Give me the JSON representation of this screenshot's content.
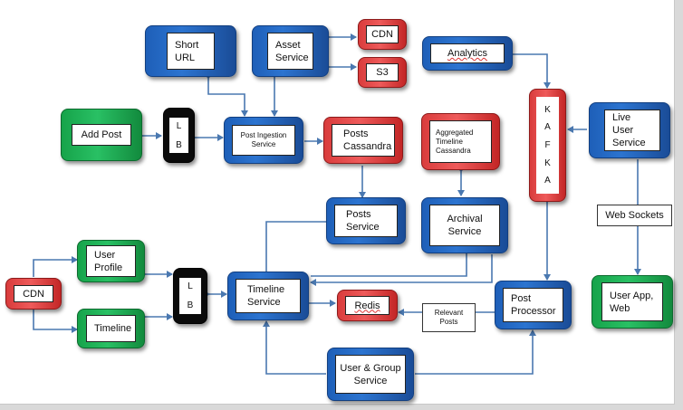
{
  "nodes": {
    "short_url": "Short\nURL",
    "asset_service": "Asset\nService",
    "cdn_top": "CDN",
    "s3": "S3",
    "analytics": "Analytics",
    "add_post": "Add Post",
    "lb_top": [
      "L",
      "B"
    ],
    "post_ingestion_service": "Post Ingestion\nService",
    "posts_cassandra": "Posts\nCassandra",
    "aggregated_timeline_cassandra": "Aggregated\nTimeline\nCassandra",
    "kafka": [
      "K",
      "A",
      "F",
      "K",
      "A"
    ],
    "live_user_service": "Live User\nService",
    "web_sockets": "Web Sockets",
    "posts_service": "Posts\nService",
    "archival_service": "Archival\nService",
    "user_profile": "User\nProfile",
    "cdn_left": "CDN",
    "lb_bottom": [
      "L",
      "B"
    ],
    "timeline_service": "Timeline\nService",
    "redis": "Redis",
    "relevant_posts": "Relevant\nPosts",
    "post_processor": "Post\nProcessor",
    "user_app_web": "User App,\nWeb",
    "timeline": "Timeline",
    "user_group_service": "User & Group\nService"
  },
  "colors": {
    "arrow": "#4a78b0",
    "blue": "#1e5fb8",
    "green": "#16a34a",
    "red": "#d93c3c",
    "black": "#0a0a0a"
  }
}
